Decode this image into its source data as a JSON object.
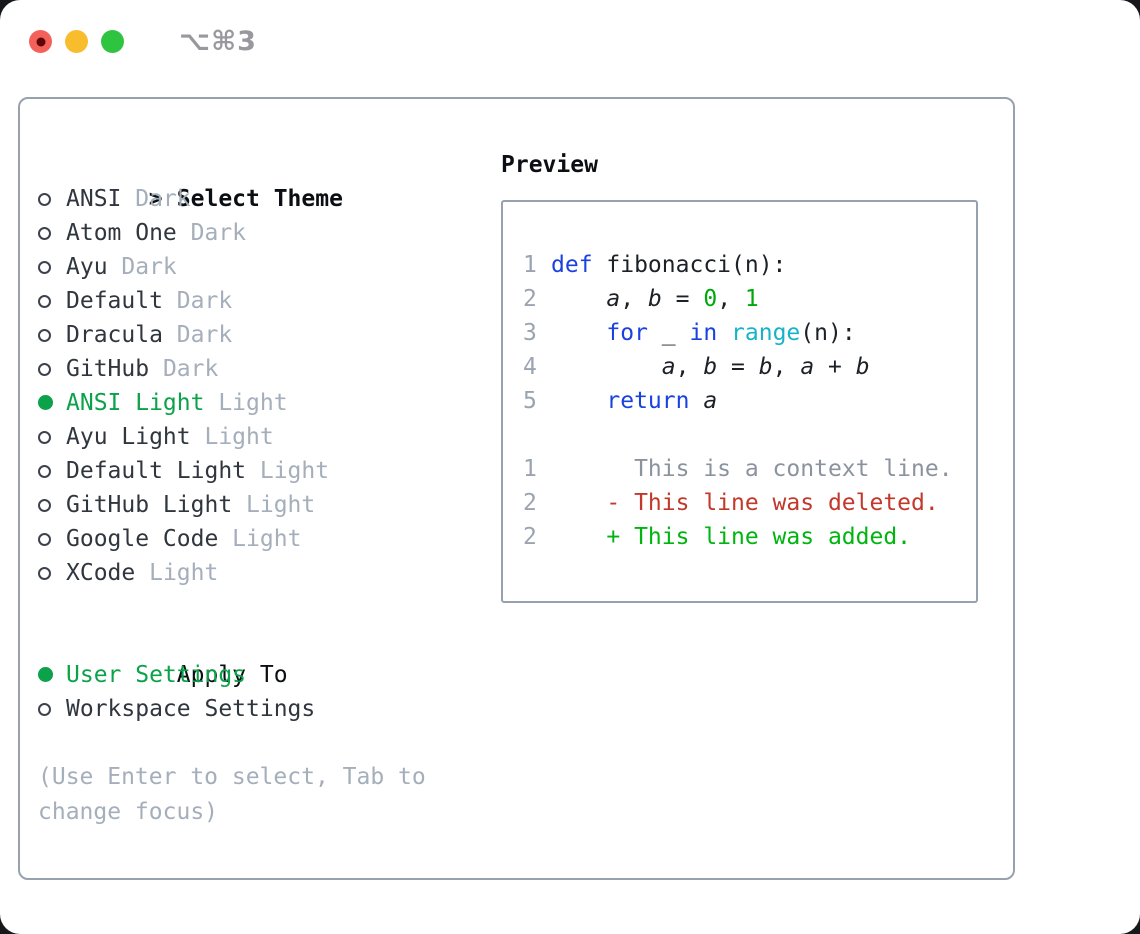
{
  "titlebar": {
    "shortcut": "⌥⌘3"
  },
  "theme_picker": {
    "prompt": ">",
    "title": "Select Theme",
    "items": [
      {
        "name": "ANSI",
        "tag": "Dark",
        "selected": false
      },
      {
        "name": "Atom One",
        "tag": "Dark",
        "selected": false
      },
      {
        "name": "Ayu",
        "tag": "Dark",
        "selected": false
      },
      {
        "name": "Default",
        "tag": "Dark",
        "selected": false
      },
      {
        "name": "Dracula",
        "tag": "Dark",
        "selected": false
      },
      {
        "name": "GitHub",
        "tag": "Dark",
        "selected": false
      },
      {
        "name": "ANSI Light",
        "tag": "Light",
        "selected": true
      },
      {
        "name": "Ayu Light",
        "tag": "Light",
        "selected": false
      },
      {
        "name": "Default Light",
        "tag": "Light",
        "selected": false
      },
      {
        "name": "GitHub Light",
        "tag": "Light",
        "selected": false
      },
      {
        "name": "Google Code",
        "tag": "Light",
        "selected": false
      },
      {
        "name": "XCode",
        "tag": "Light",
        "selected": false
      }
    ]
  },
  "apply_to": {
    "title": "Apply To",
    "options": [
      {
        "label": "User Settings",
        "selected": true
      },
      {
        "label": "Workspace Settings",
        "selected": false
      }
    ]
  },
  "help_text": "(Use Enter to select, Tab to change focus)",
  "preview": {
    "title": "Preview",
    "code_lines": [
      {
        "num": "1",
        "tokens": [
          {
            "t": "def",
            "c": "kw"
          },
          {
            "t": " fibonacci(n):",
            "c": "plain"
          }
        ]
      },
      {
        "num": "2",
        "tokens": [
          {
            "t": "    ",
            "c": "plain"
          },
          {
            "t": "a",
            "c": "var"
          },
          {
            "t": ", ",
            "c": "plain"
          },
          {
            "t": "b",
            "c": "var"
          },
          {
            "t": " = ",
            "c": "plain"
          },
          {
            "t": "0",
            "c": "num"
          },
          {
            "t": ", ",
            "c": "plain"
          },
          {
            "t": "1",
            "c": "num"
          }
        ]
      },
      {
        "num": "3",
        "tokens": [
          {
            "t": "    ",
            "c": "plain"
          },
          {
            "t": "for",
            "c": "kw"
          },
          {
            "t": " _ ",
            "c": "plain"
          },
          {
            "t": "in",
            "c": "kw"
          },
          {
            "t": " ",
            "c": "plain"
          },
          {
            "t": "range",
            "c": "builtin"
          },
          {
            "t": "(n):",
            "c": "plain"
          }
        ]
      },
      {
        "num": "4",
        "tokens": [
          {
            "t": "        ",
            "c": "plain"
          },
          {
            "t": "a",
            "c": "var"
          },
          {
            "t": ", ",
            "c": "plain"
          },
          {
            "t": "b",
            "c": "var"
          },
          {
            "t": " = ",
            "c": "plain"
          },
          {
            "t": "b",
            "c": "var"
          },
          {
            "t": ", ",
            "c": "plain"
          },
          {
            "t": "a",
            "c": "var"
          },
          {
            "t": " + ",
            "c": "plain"
          },
          {
            "t": "b",
            "c": "var"
          }
        ]
      },
      {
        "num": "5",
        "tokens": [
          {
            "t": "    ",
            "c": "plain"
          },
          {
            "t": "return",
            "c": "kw"
          },
          {
            "t": " ",
            "c": "plain"
          },
          {
            "t": "a",
            "c": "var"
          }
        ]
      }
    ],
    "diff_lines": [
      {
        "num": "1",
        "kind": "context",
        "text": "      This is a context line."
      },
      {
        "num": "2",
        "kind": "deleted",
        "text": "    - This line was deleted."
      },
      {
        "num": "2",
        "kind": "added",
        "text": "    + This line was added."
      }
    ]
  },
  "colors": {
    "accent_green": "#0ba24a",
    "text_black": "#0b0e12",
    "text_dark": "#30363e",
    "muted_gray": "#a5aebb",
    "lineno_gray": "#9aa4b1",
    "code_plain": "#1c2127",
    "keyword_blue": "#1a42de",
    "builtin_cyan": "#17b3c9",
    "number_green": "#00a80a",
    "diff_red": "#c2382a",
    "diff_added_green": "#00b50f",
    "diff_context_gray": "#8b949e",
    "border_gray": "#98a2ae",
    "traffic_red": "#f4605a",
    "traffic_red_dot": "#5e0505",
    "traffic_yellow": "#f8bd2d",
    "traffic_green": "#2fc440",
    "shortcut_gray": "#98989e"
  }
}
